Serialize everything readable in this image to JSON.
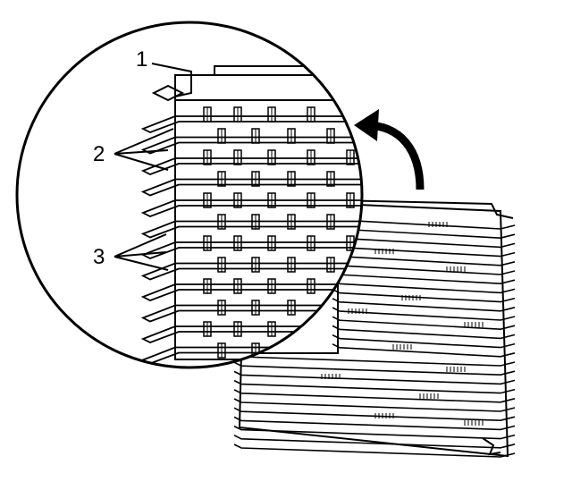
{
  "callouts": {
    "one": "1",
    "two": "2",
    "three": "3"
  },
  "colors": {
    "ink": "#000000",
    "paper": "#ffffff"
  },
  "icons": {
    "arrow": "curved-arrow-icon"
  }
}
